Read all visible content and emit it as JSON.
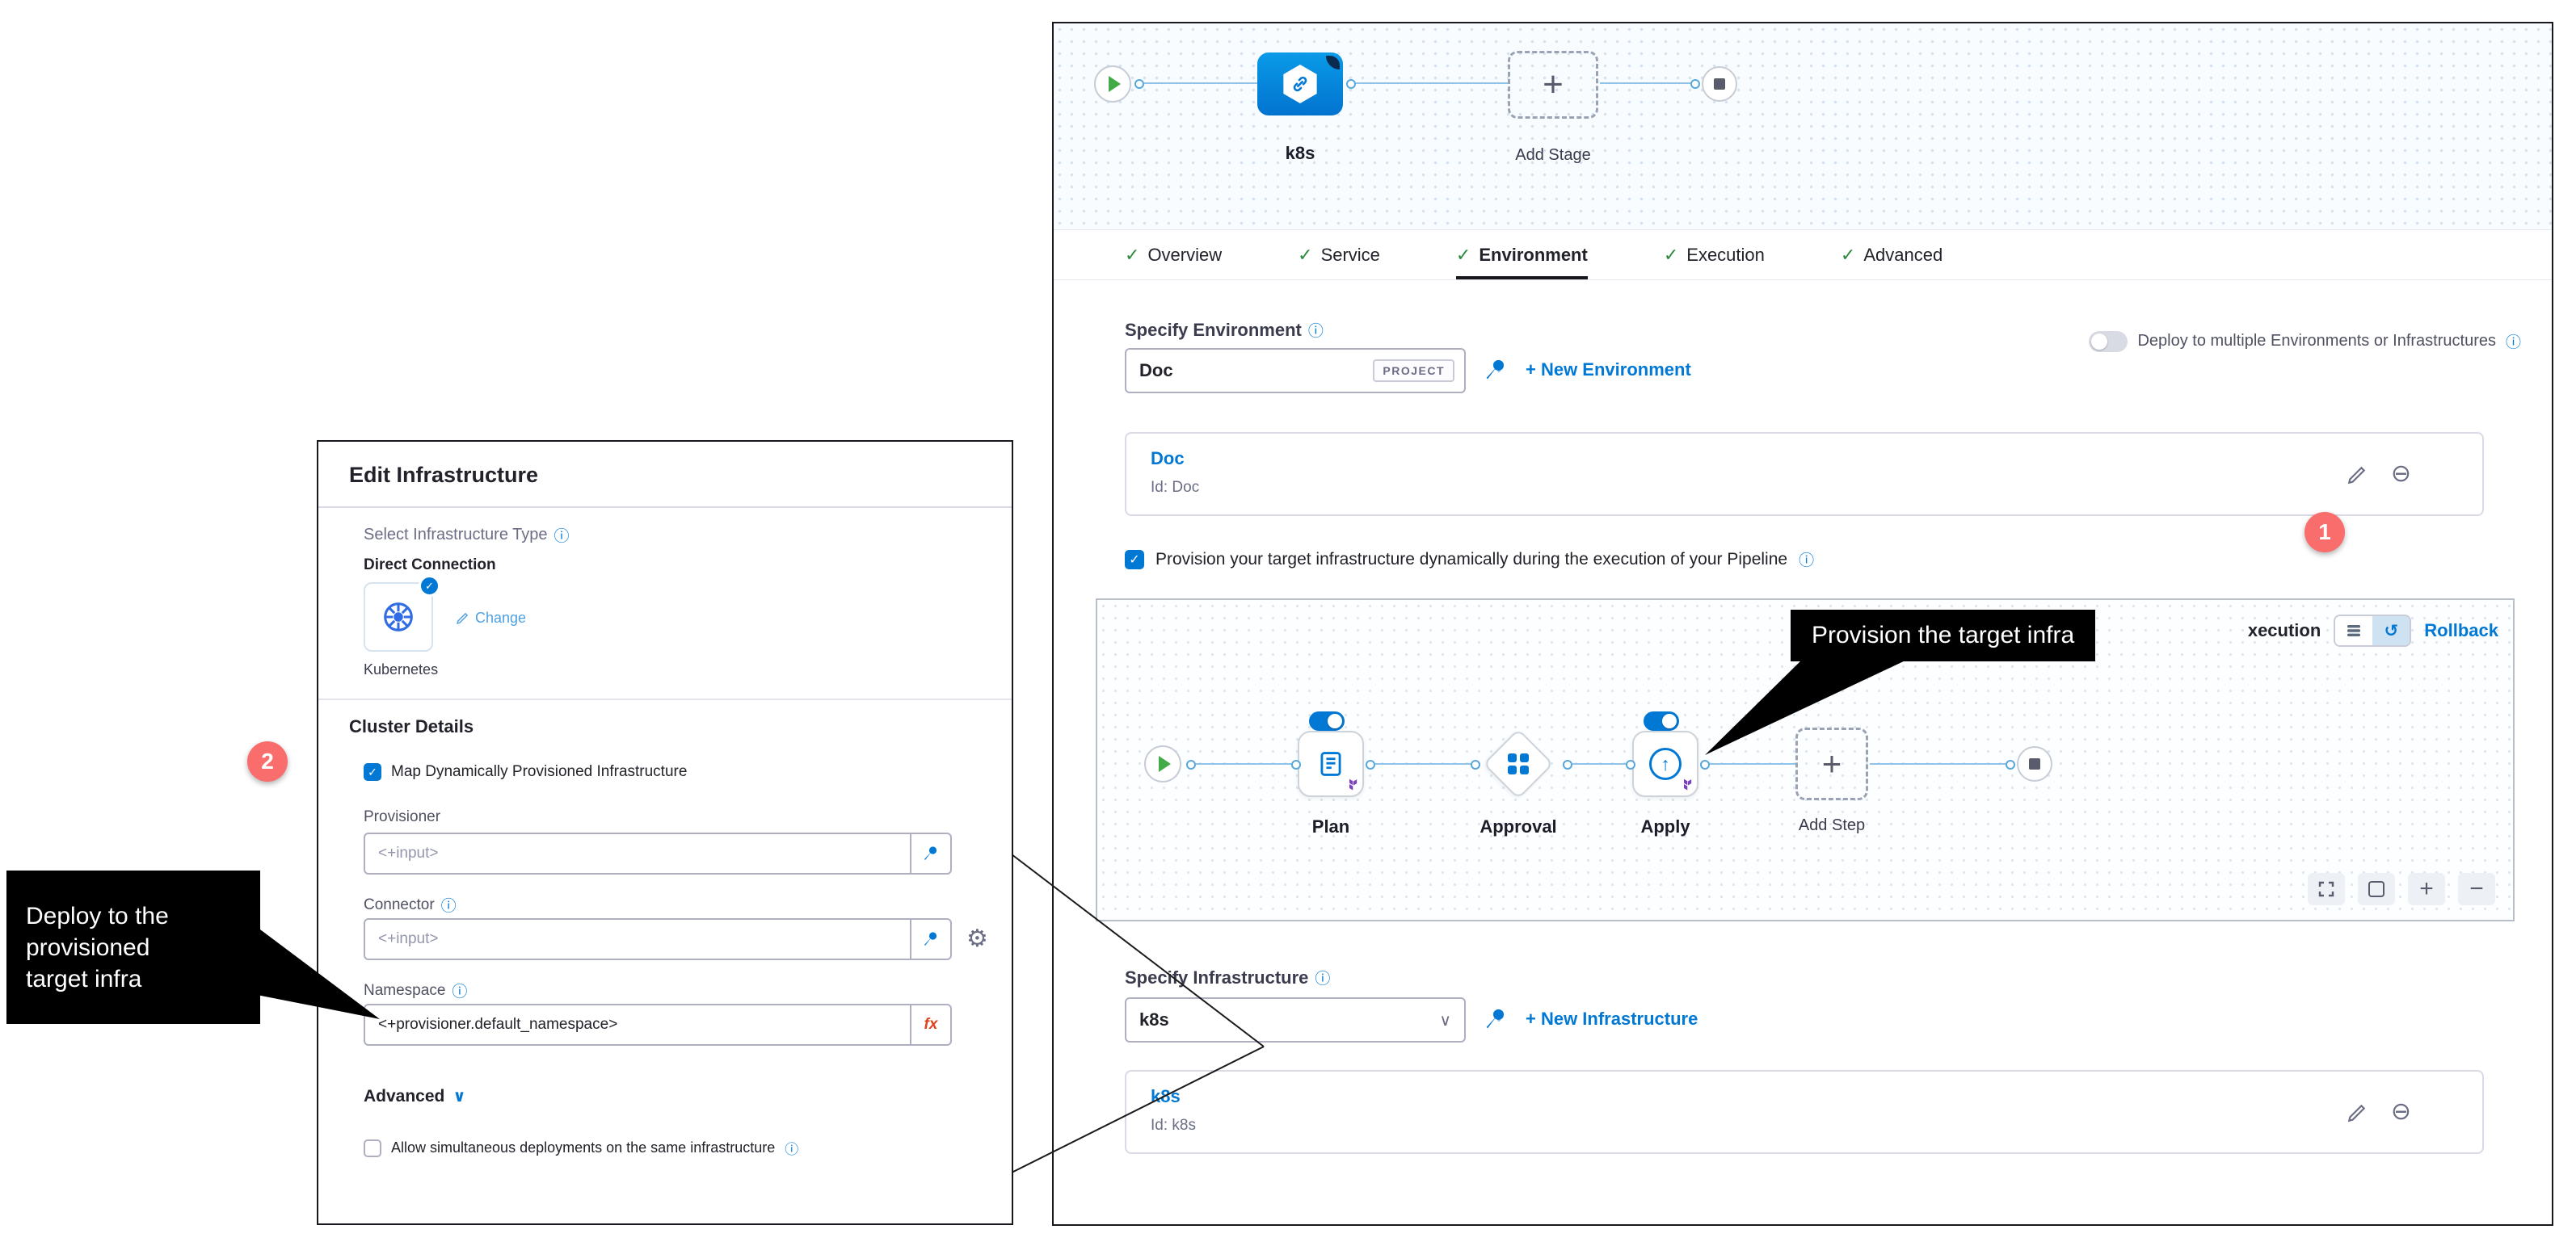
{
  "colors": {
    "accent": "#0278d5",
    "stage_node": "#0278d5",
    "badge_red": "#f96d6d",
    "green_check": "#2c8a3d",
    "terraform_purple": "#7b42bc",
    "kubernetes_blue": "#326ce5"
  },
  "icons": {
    "plus": "+",
    "minus": "−",
    "check": "✓",
    "minus_circle": "⊖",
    "gear": "⚙",
    "info": "ⓘ",
    "chevron_down": "∨",
    "fx": "fx",
    "up_arrow": "↑",
    "rollback_arrow": "↺"
  },
  "right_panel": {
    "stage_graph": {
      "stage_label": "k8s",
      "add_stage_label": "Add Stage"
    },
    "tabs": [
      {
        "label": "Overview"
      },
      {
        "label": "Service"
      },
      {
        "label": "Environment"
      },
      {
        "label": "Execution"
      },
      {
        "label": "Advanced"
      }
    ],
    "environment": {
      "label": "Specify Environment",
      "value": "Doc",
      "scope_badge": "PROJECT",
      "new_link": "+ New Environment",
      "multi_deploy_label": "Deploy to multiple Environments or Infrastructures",
      "card_title": "Doc",
      "card_id": "Id: Doc",
      "provision_label": "Provision your target infrastructure dynamically during the execution of your Pipeline"
    },
    "execution": {
      "header_text": "xecution",
      "rollback_label": "Rollback",
      "steps": {
        "plan": "Plan",
        "approval": "Approval",
        "apply": "Apply",
        "add_step": "Add Step"
      }
    },
    "infrastructure": {
      "label": "Specify Infrastructure",
      "value": "k8s",
      "new_link": "+ New Infrastructure",
      "card_title": "k8s",
      "card_id": "Id: k8s"
    }
  },
  "modal": {
    "title": "Edit Infrastructure",
    "type_label": "Select Infrastructure Type",
    "direct_connection": "Direct Connection",
    "kubernetes_label": "Kubernetes",
    "change_link": "Change",
    "cluster_details": "Cluster Details",
    "map_checkbox_label": "Map Dynamically Provisioned Infrastructure",
    "provisioner_label": "Provisioner",
    "provisioner_value": "<+input>",
    "connector_label": "Connector",
    "connector_value": "<+input>",
    "namespace_label": "Namespace",
    "namespace_value": "<+provisioner.default_namespace>",
    "advanced_label": "Advanced",
    "simultaneous_checkbox_label": "Allow simultaneous deployments on the same infrastructure"
  },
  "annotations": {
    "badge_1": "1",
    "callout_1": "Provision the target infra",
    "badge_2": "2",
    "callout_2": "Deploy to the\nprovisioned\ntarget infra"
  }
}
